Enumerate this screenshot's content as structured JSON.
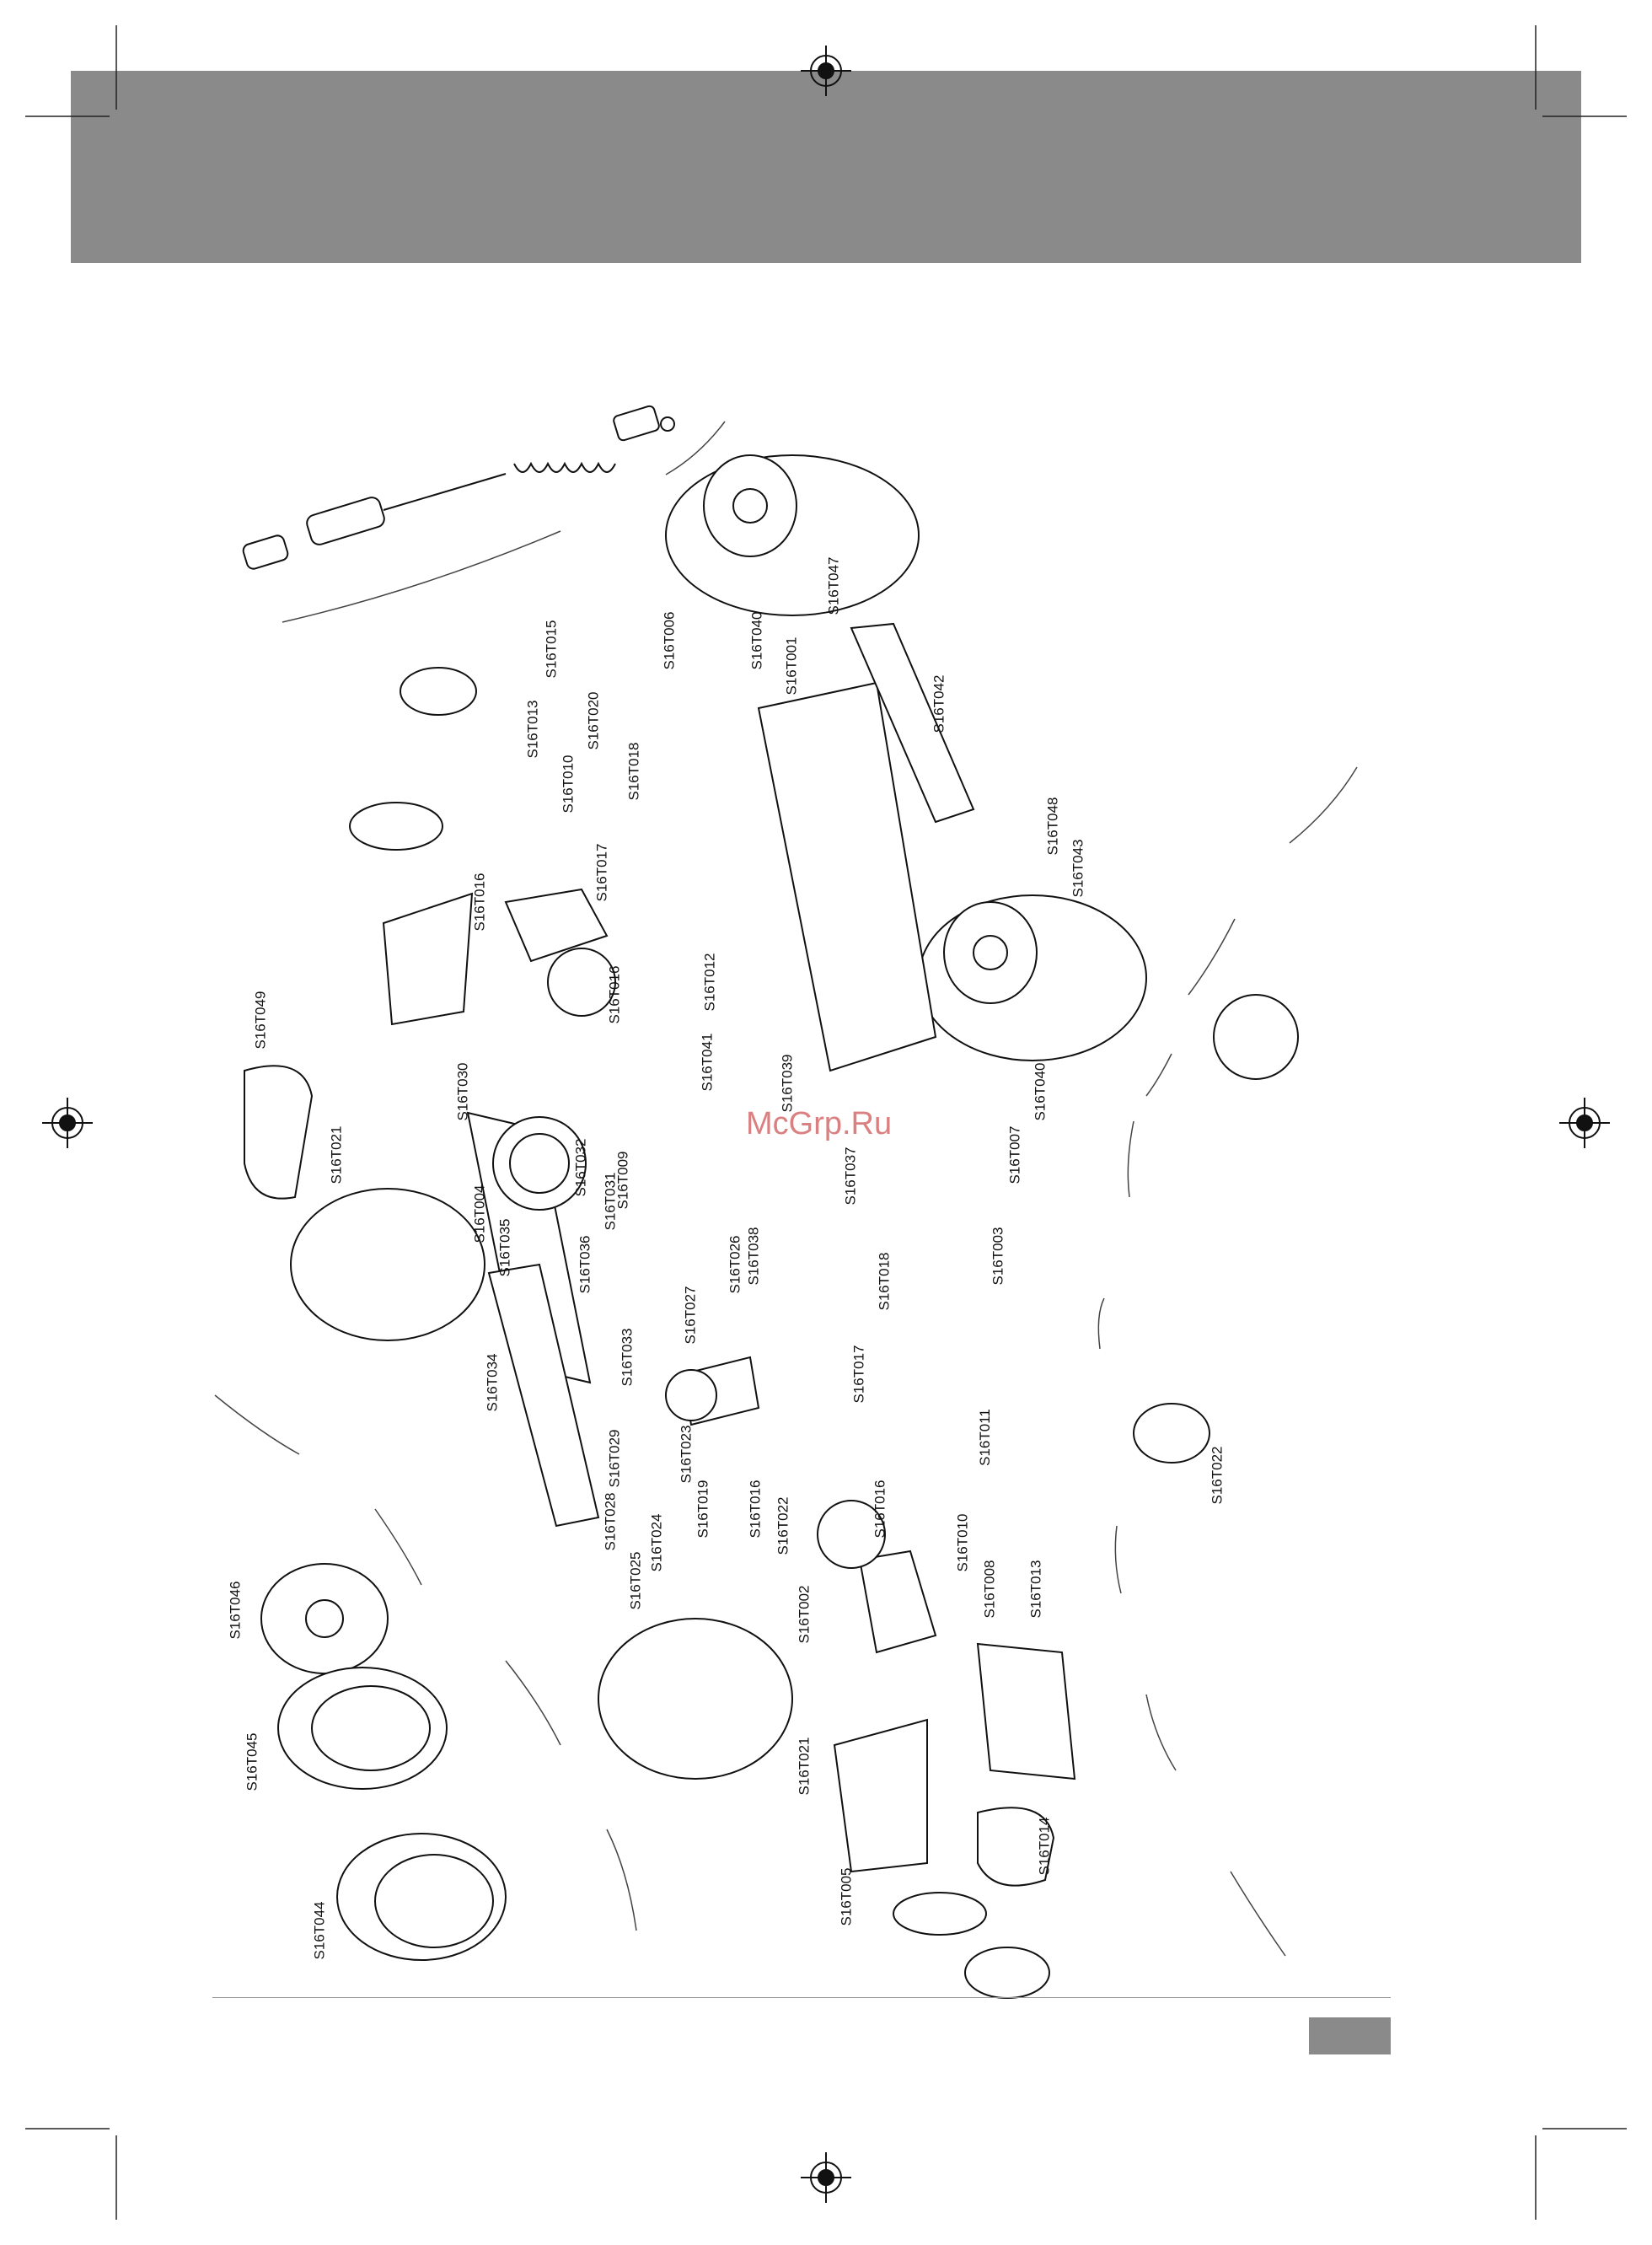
{
  "page": {
    "header_band_color": "#8a8a8a",
    "page_number_box_color": "#8a8a8a",
    "watermark": "McGrp.Ru",
    "watermark_color": "#d46a6a"
  },
  "labels": [
    {
      "id": "S16T015",
      "text": "S16T015"
    },
    {
      "id": "S16T006",
      "text": "S16T006"
    },
    {
      "id": "S16T040a",
      "text": "S16T040"
    },
    {
      "id": "S16T047",
      "text": "S16T047"
    },
    {
      "id": "S16T001",
      "text": "S16T001"
    },
    {
      "id": "S16T042",
      "text": "S16T042"
    },
    {
      "id": "S16T013a",
      "text": "S16T013"
    },
    {
      "id": "S16T020",
      "text": "S16T020"
    },
    {
      "id": "S16T010a",
      "text": "S16T010"
    },
    {
      "id": "S16T018a",
      "text": "S16T018"
    },
    {
      "id": "S16T048",
      "text": "S16T048"
    },
    {
      "id": "S16T043",
      "text": "S16T043"
    },
    {
      "id": "S16T016a",
      "text": "S16T016"
    },
    {
      "id": "S16T017a",
      "text": "S16T017"
    },
    {
      "id": "S16T016b",
      "text": "S16T016"
    },
    {
      "id": "S16T012",
      "text": "S16T012"
    },
    {
      "id": "S16T049",
      "text": "S16T049"
    },
    {
      "id": "S16T041",
      "text": "S16T041"
    },
    {
      "id": "S16T039",
      "text": "S16T039"
    },
    {
      "id": "S16T040b",
      "text": "S16T040"
    },
    {
      "id": "S16T030",
      "text": "S16T030"
    },
    {
      "id": "S16T021a",
      "text": "S16T021"
    },
    {
      "id": "S16T007",
      "text": "S16T007"
    },
    {
      "id": "S16T032",
      "text": "S16T032"
    },
    {
      "id": "S16T031",
      "text": "S16T031"
    },
    {
      "id": "S16T009",
      "text": "S16T009"
    },
    {
      "id": "S16T037",
      "text": "S16T037"
    },
    {
      "id": "S16T004",
      "text": "S16T004"
    },
    {
      "id": "S16T035",
      "text": "S16T035"
    },
    {
      "id": "S16T036",
      "text": "S16T036"
    },
    {
      "id": "S16T026",
      "text": "S16T026"
    },
    {
      "id": "S16T038",
      "text": "S16T038"
    },
    {
      "id": "S16T003",
      "text": "S16T003"
    },
    {
      "id": "S16T027",
      "text": "S16T027"
    },
    {
      "id": "S16T018b",
      "text": "S16T018"
    },
    {
      "id": "S16T033",
      "text": "S16T033"
    },
    {
      "id": "S16T034",
      "text": "S16T034"
    },
    {
      "id": "S16T017b",
      "text": "S16T017"
    },
    {
      "id": "S16T023",
      "text": "S16T023"
    },
    {
      "id": "S16T011",
      "text": "S16T011"
    },
    {
      "id": "S16T029",
      "text": "S16T029"
    },
    {
      "id": "S16T028",
      "text": "S16T028"
    },
    {
      "id": "S16T019",
      "text": "S16T019"
    },
    {
      "id": "S16T016c",
      "text": "S16T016"
    },
    {
      "id": "S16T024",
      "text": "S16T024"
    },
    {
      "id": "S16T022a",
      "text": "S16T022"
    },
    {
      "id": "S16T016d",
      "text": "S16T016"
    },
    {
      "id": "S16T010b",
      "text": "S16T010"
    },
    {
      "id": "S16T022b",
      "text": "S16T022"
    },
    {
      "id": "S16T025",
      "text": "S16T025"
    },
    {
      "id": "S16T046",
      "text": "S16T046"
    },
    {
      "id": "S16T002",
      "text": "S16T002"
    },
    {
      "id": "S16T008",
      "text": "S16T008"
    },
    {
      "id": "S16T013b",
      "text": "S16T013"
    },
    {
      "id": "S16T045",
      "text": "S16T045"
    },
    {
      "id": "S16T021b",
      "text": "S16T021"
    },
    {
      "id": "S16T014",
      "text": "S16T014"
    },
    {
      "id": "S16T005",
      "text": "S16T005"
    },
    {
      "id": "S16T044",
      "text": "S16T044"
    }
  ]
}
